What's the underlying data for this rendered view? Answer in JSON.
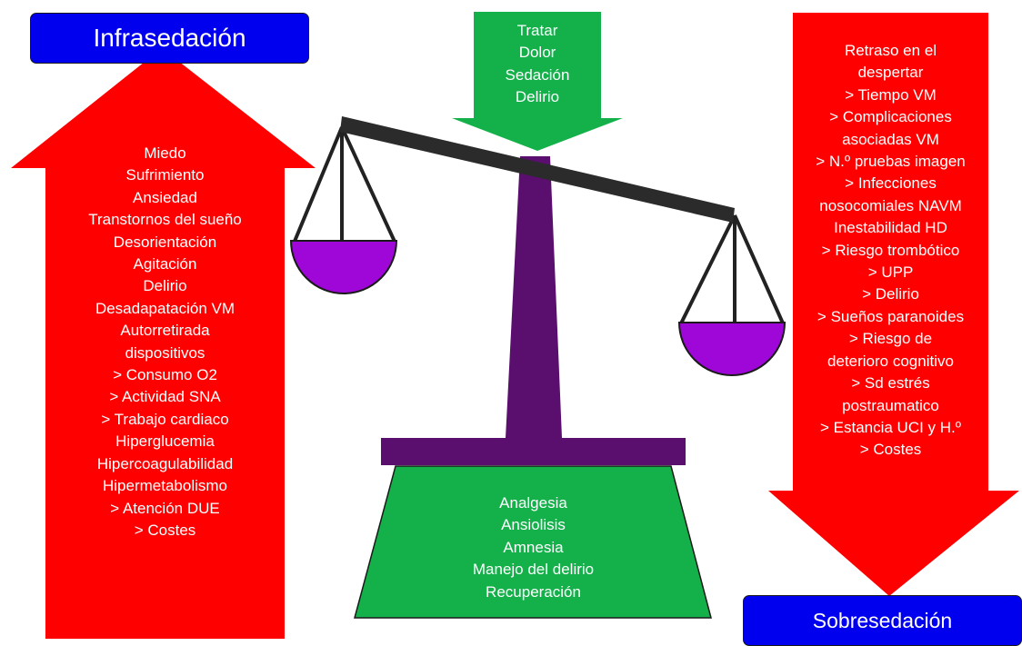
{
  "colors": {
    "arrow_red": "#ff0000",
    "label_blue": "#0000ee",
    "green": "#14b04a",
    "purple": "#5a0f6e",
    "pan_purple": "#9f07d8",
    "beam": "#2b2b2b",
    "text": "#ffffff"
  },
  "infrasedacion": {
    "title": "Infrasedación",
    "items": [
      "Miedo",
      "Sufrimiento",
      "Ansiedad",
      "Transtornos del sueño",
      "Desorientación",
      "Agitación",
      "Delirio",
      "Desadapatación VM",
      "Autorretirada",
      "dispositivos",
      "> Consumo O2",
      "> Actividad SNA",
      "> Trabajo cardiaco",
      "Hiperglucemia",
      "Hipercoagulabilidad",
      "Hipermetabolismo",
      "> Atención DUE",
      "> Costes"
    ]
  },
  "tratar": {
    "items": [
      "Tratar",
      "Dolor",
      "Sedación",
      "Delirio"
    ]
  },
  "base": {
    "items": [
      "Analgesia",
      "Ansiolisis",
      "Amnesia",
      "Manejo del delirio",
      "Recuperación"
    ]
  },
  "sobresedacion": {
    "title": "Sobresedación",
    "items": [
      "Retraso en el",
      "despertar",
      "> Tiempo VM",
      "> Complicaciones",
      "asociadas VM",
      "> N.º pruebas imagen",
      "> Infecciones",
      "nosocomiales NAVM",
      "Inestabilidad HD",
      "> Riesgo trombótico",
      "> UPP",
      "> Delirio",
      "> Sueños paranoides",
      "> Riesgo de",
      "deterioro cognitivo",
      "> Sd estrés",
      "postraumatico",
      "> Estancia UCI y H.º",
      "> Costes"
    ]
  }
}
